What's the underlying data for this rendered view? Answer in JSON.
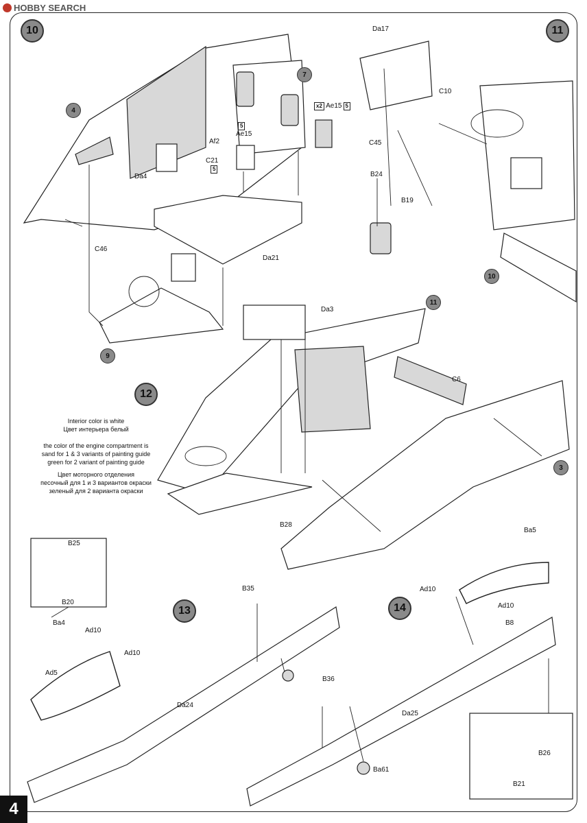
{
  "watermark": "HOBBY SEARCH",
  "page_number": "4",
  "steps": [
    "10",
    "11",
    "12",
    "13",
    "14"
  ],
  "refs": {
    "r4": "4",
    "r7": "7",
    "r9": "9",
    "r10": "10",
    "r11": "11",
    "r3": "3"
  },
  "labels": {
    "da17": "Da17",
    "c10": "C10",
    "c45": "C45",
    "b24": "B24",
    "b19": "B19",
    "x2": "x2",
    "ae15a": "Ae15",
    "ae15b": "Ae15",
    "box5a": "5",
    "box5b": "5",
    "box5c": "5",
    "af2": "Af2",
    "c21": "C21",
    "da4": "Da4",
    "c46": "C46",
    "da21": "Da21",
    "da3": "Da3",
    "c6": "C6",
    "b28": "B28",
    "b25": "B25",
    "b20": "B20",
    "ba4": "Ba4",
    "ad10a": "Ad10",
    "ad10b": "Ad10",
    "ad5": "Ad5",
    "b35": "B35",
    "da24": "Da24",
    "ba5": "Ba5",
    "ad10c": "Ad10",
    "ad10d": "Ad10",
    "b8": "B8",
    "b36": "B36",
    "da25": "Da25",
    "ba61": "Ba61",
    "b26": "B26",
    "b21": "B21"
  },
  "notes": {
    "n1": "Interior color is white",
    "n2": "Цвет интерьера  белый",
    "n3": "the color of the engine compartment is",
    "n4": "sand for 1 & 3 variants of painting guide",
    "n5": "green for 2 variant of painting guide",
    "n6": "Цвет моторного отделения",
    "n7": "песочный для 1 и 3 вариантов окраски",
    "n8": "зеленый для 2 варианта окраски"
  }
}
